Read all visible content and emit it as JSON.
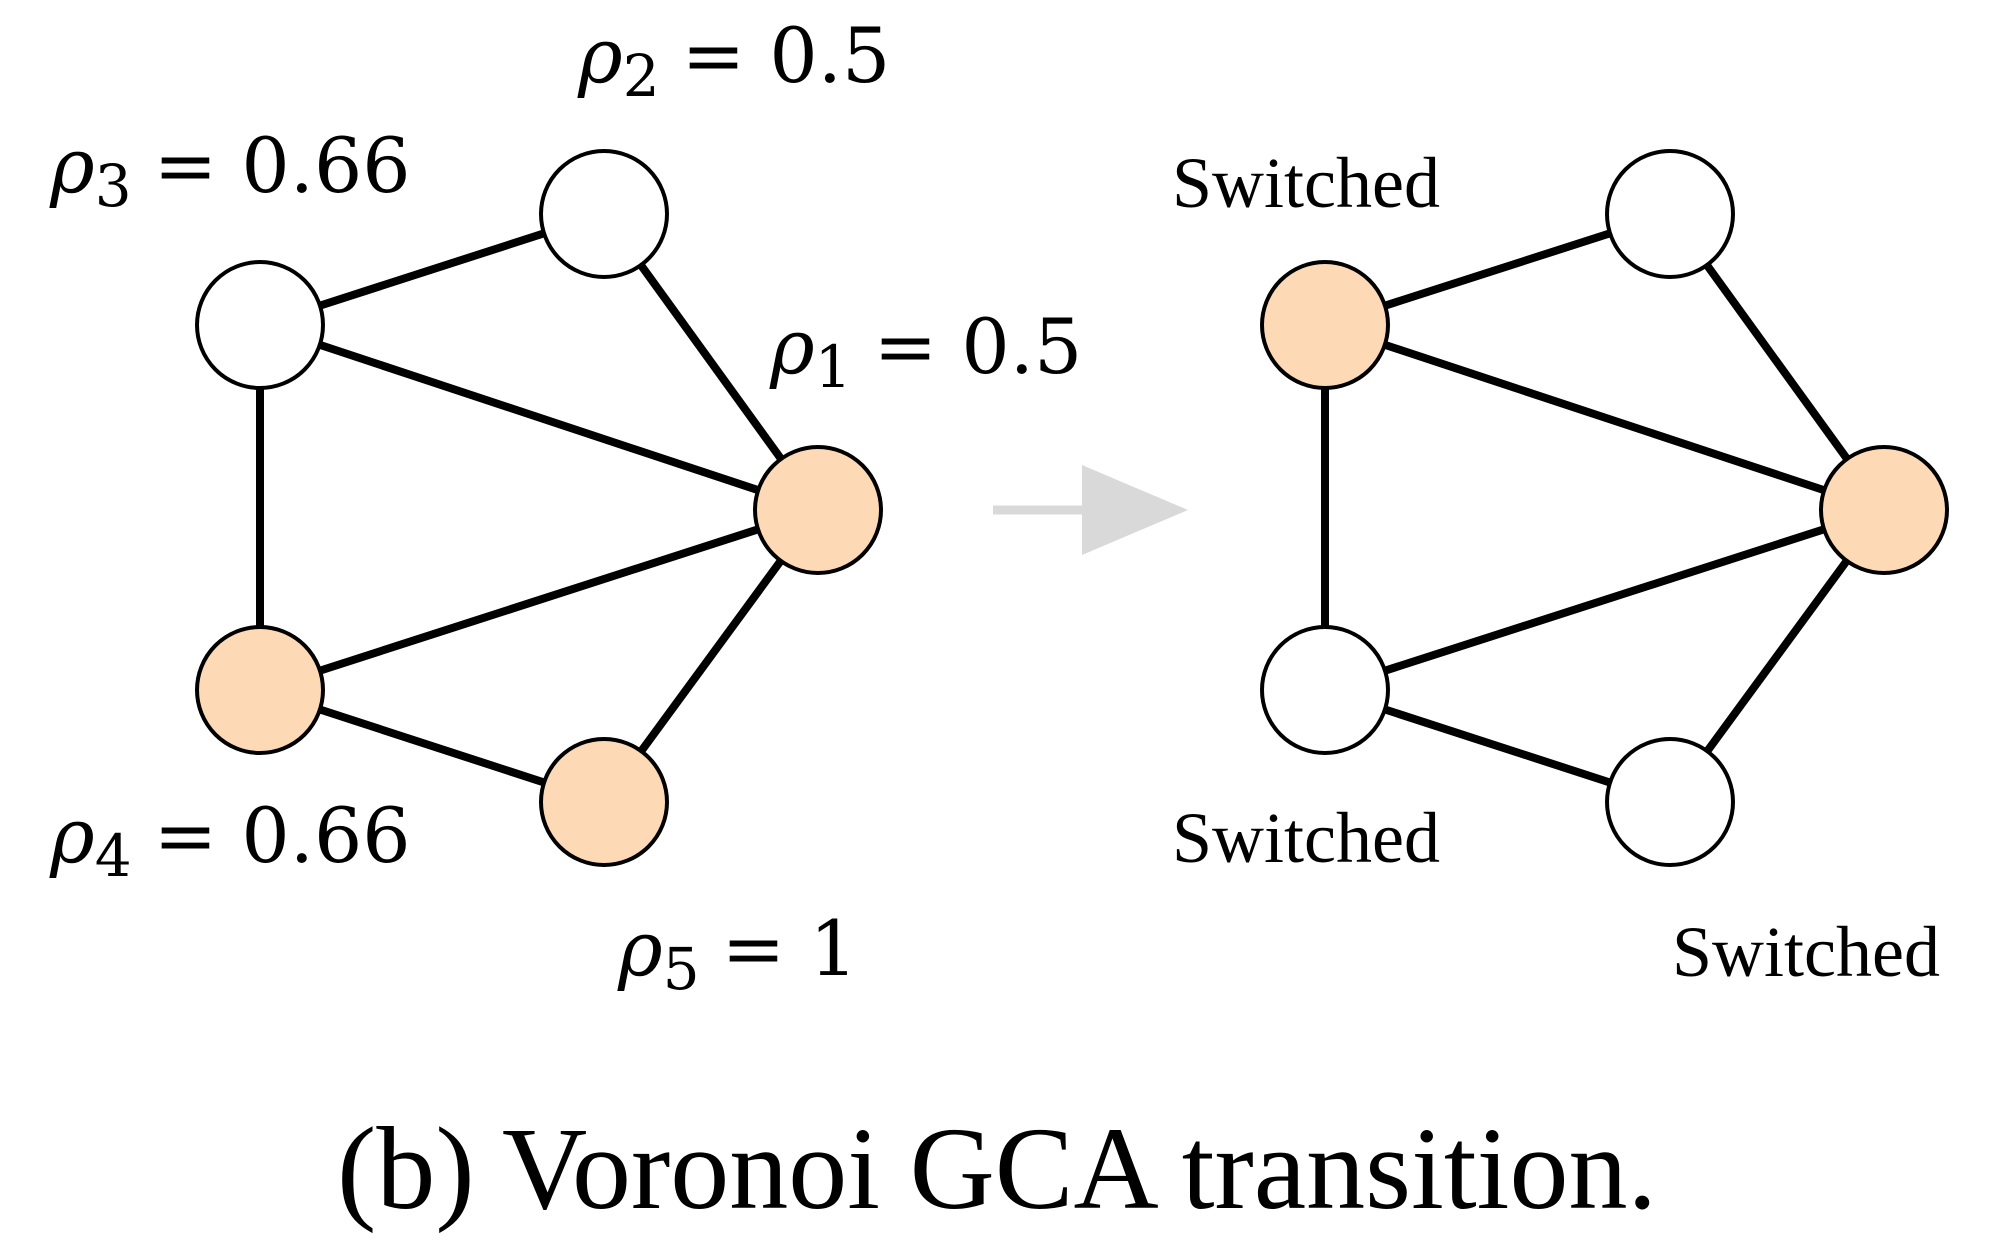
{
  "colors": {
    "active_node": "#fdd9b5",
    "inactive_node": "#ffffff",
    "edge": "#000000",
    "arrow": "#d9d9d9"
  },
  "left_graph": {
    "labels": [
      {
        "symbol": "ρ",
        "subscript": "1",
        "value": "= 0.5"
      },
      {
        "symbol": "ρ",
        "subscript": "2",
        "value": "= 0.5"
      },
      {
        "symbol": "ρ",
        "subscript": "3",
        "value": "= 0.66"
      },
      {
        "symbol": "ρ",
        "subscript": "4",
        "value": "= 0.66"
      },
      {
        "symbol": "ρ",
        "subscript": "5",
        "value": "= 1"
      }
    ]
  },
  "right_graph": {
    "switched_labels": [
      "Switched",
      "Switched",
      "Switched"
    ]
  },
  "caption": "(b) Voronoi GCA transition."
}
